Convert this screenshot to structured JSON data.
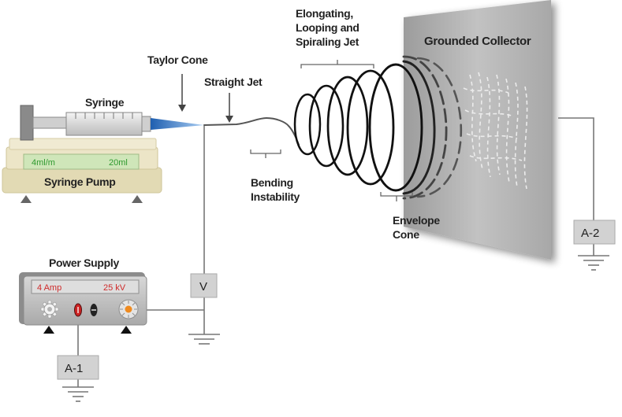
{
  "labels": {
    "syringe": "Syringe",
    "syringe_pump": "Syringe Pump",
    "taylor_cone": "Taylor Cone",
    "straight_jet": "Straight Jet",
    "elongating_1": "Elongating,",
    "elongating_2": "Looping and",
    "elongating_3": "Spiraling Jet",
    "bending_1": "Bending",
    "bending_2": "Instability",
    "envelope_1": "Envelope",
    "envelope_2": "Cone",
    "grounded_collector": "Grounded Collector",
    "power_supply": "Power Supply"
  },
  "pump_display": {
    "rate": "4ml/m",
    "volume": "20ml"
  },
  "power_display": {
    "current": "4 Amp",
    "voltage": "25 kV"
  },
  "meters": {
    "voltmeter": "V",
    "ammeter_1": "A-1",
    "ammeter_2": "A-2"
  },
  "colors": {
    "pump_body": "#e4dcb8",
    "pump_lcd_text": "#33aa33",
    "power_lcd_text": "#d02828",
    "collector": "#b9b9b9",
    "taylor_cone": "#3e7fd0",
    "wire": "#777777"
  }
}
